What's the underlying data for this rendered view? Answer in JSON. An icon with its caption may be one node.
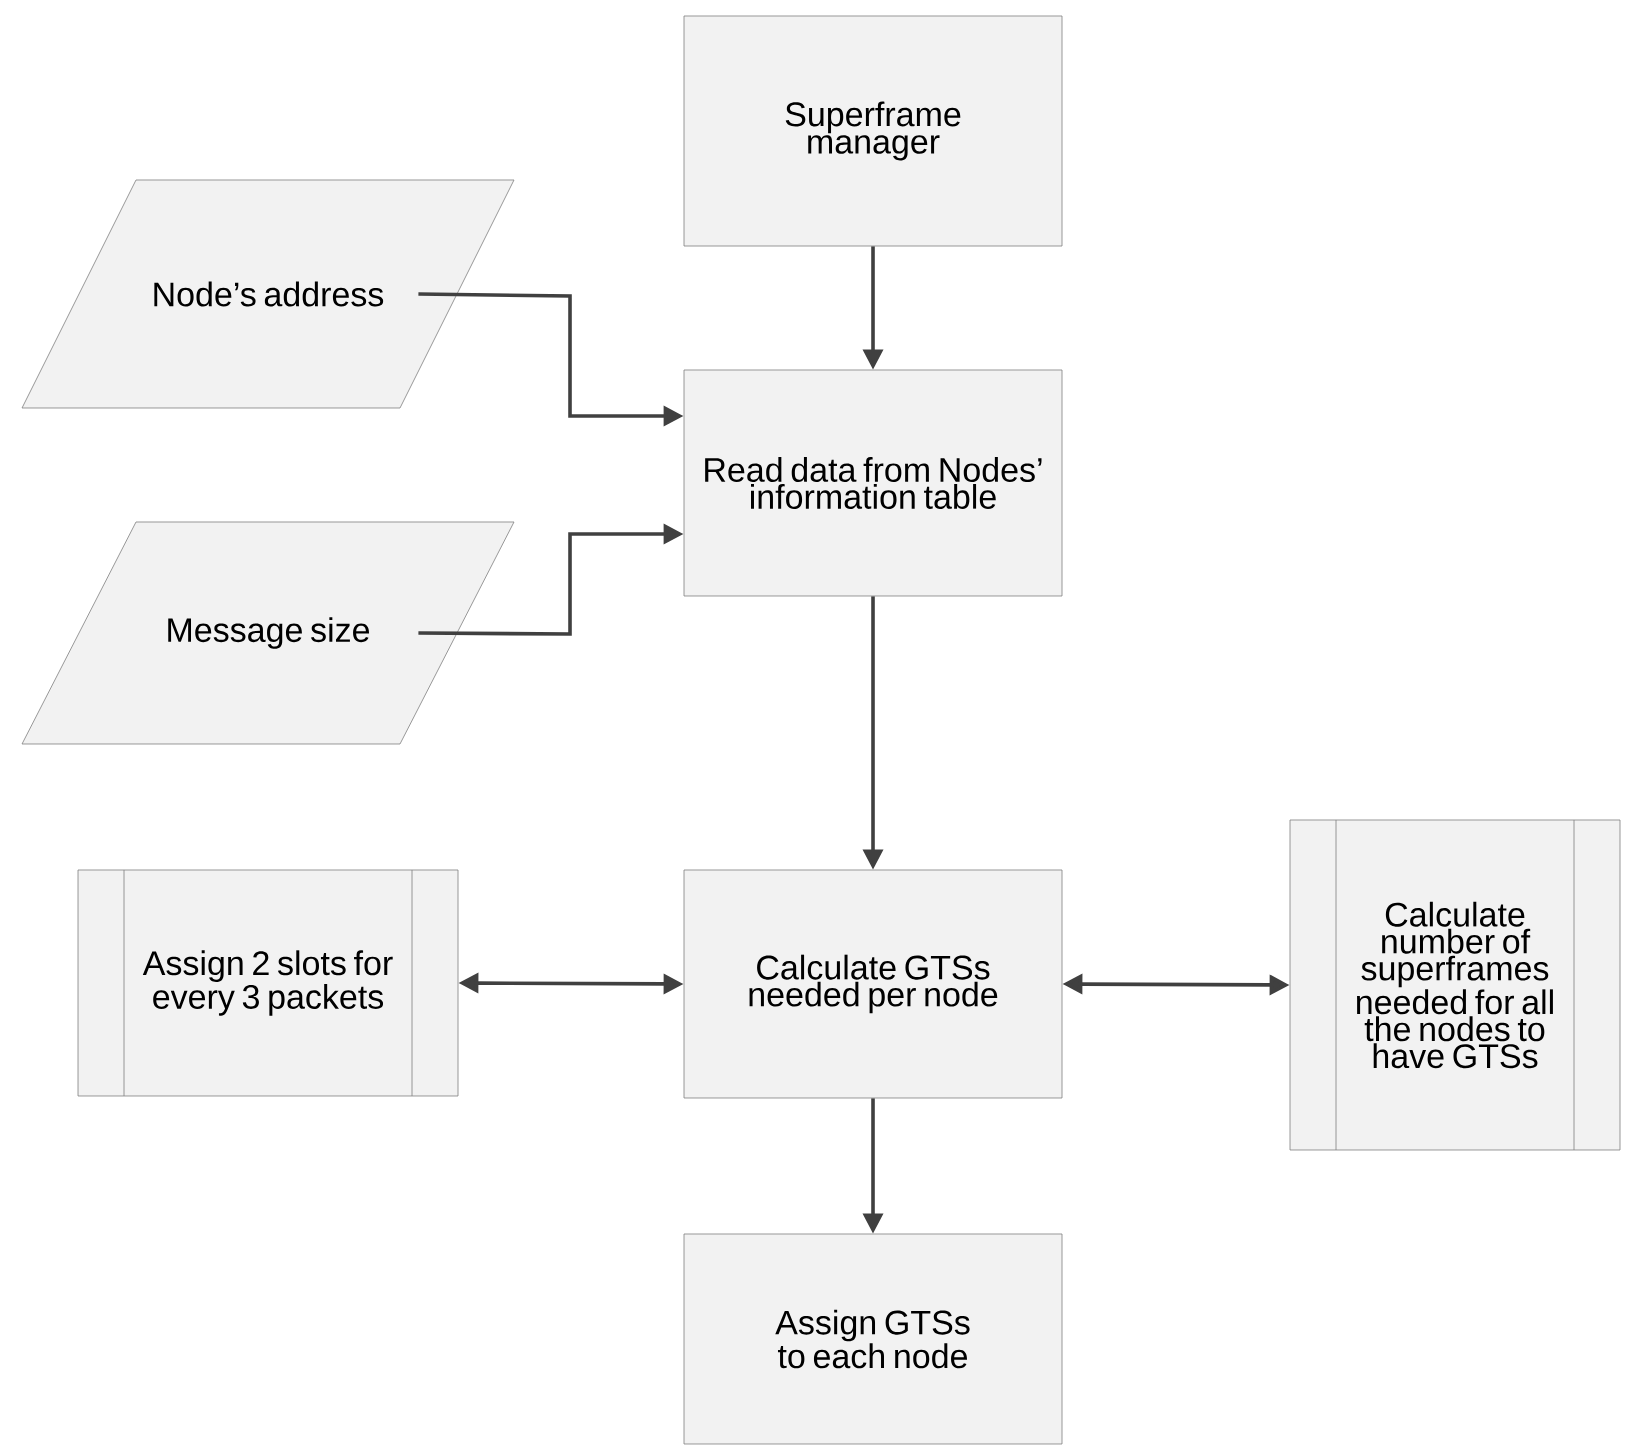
{
  "diagram": {
    "nodes": [
      {
        "text": [
          "Superframe manager"
        ]
      },
      {
        "text": [
          "Node’s address"
        ]
      },
      {
        "text": [
          "Read data from Nodes’ information table"
        ]
      },
      {
        "text": [
          "Message size"
        ]
      },
      {
        "text": [
          "Calculate GTSs needed per node"
        ]
      },
      {
        "text": [
          "Assign 2 slots for every 3 packets"
        ]
      },
      {
        "text": [
          "Calculate number of superframes needed for all the nodes to have GTSs"
        ]
      },
      {
        "text": [
          "Assign GTSs to each node"
        ]
      }
    ],
    "edges": [
      {
        "from": 0,
        "to": 2,
        "arrow": "to"
      },
      {
        "from": 1,
        "to": 2,
        "arrow": "to"
      },
      {
        "from": 3,
        "to": 2,
        "arrow": "to"
      },
      {
        "from": 2,
        "to": 4,
        "arrow": "to"
      },
      {
        "from": 4,
        "to": 5,
        "arrow": "both"
      },
      {
        "from": 4,
        "to": 6,
        "arrow": "both"
      },
      {
        "from": 4,
        "to": 7,
        "arrow": "to"
      }
    ]
  }
}
